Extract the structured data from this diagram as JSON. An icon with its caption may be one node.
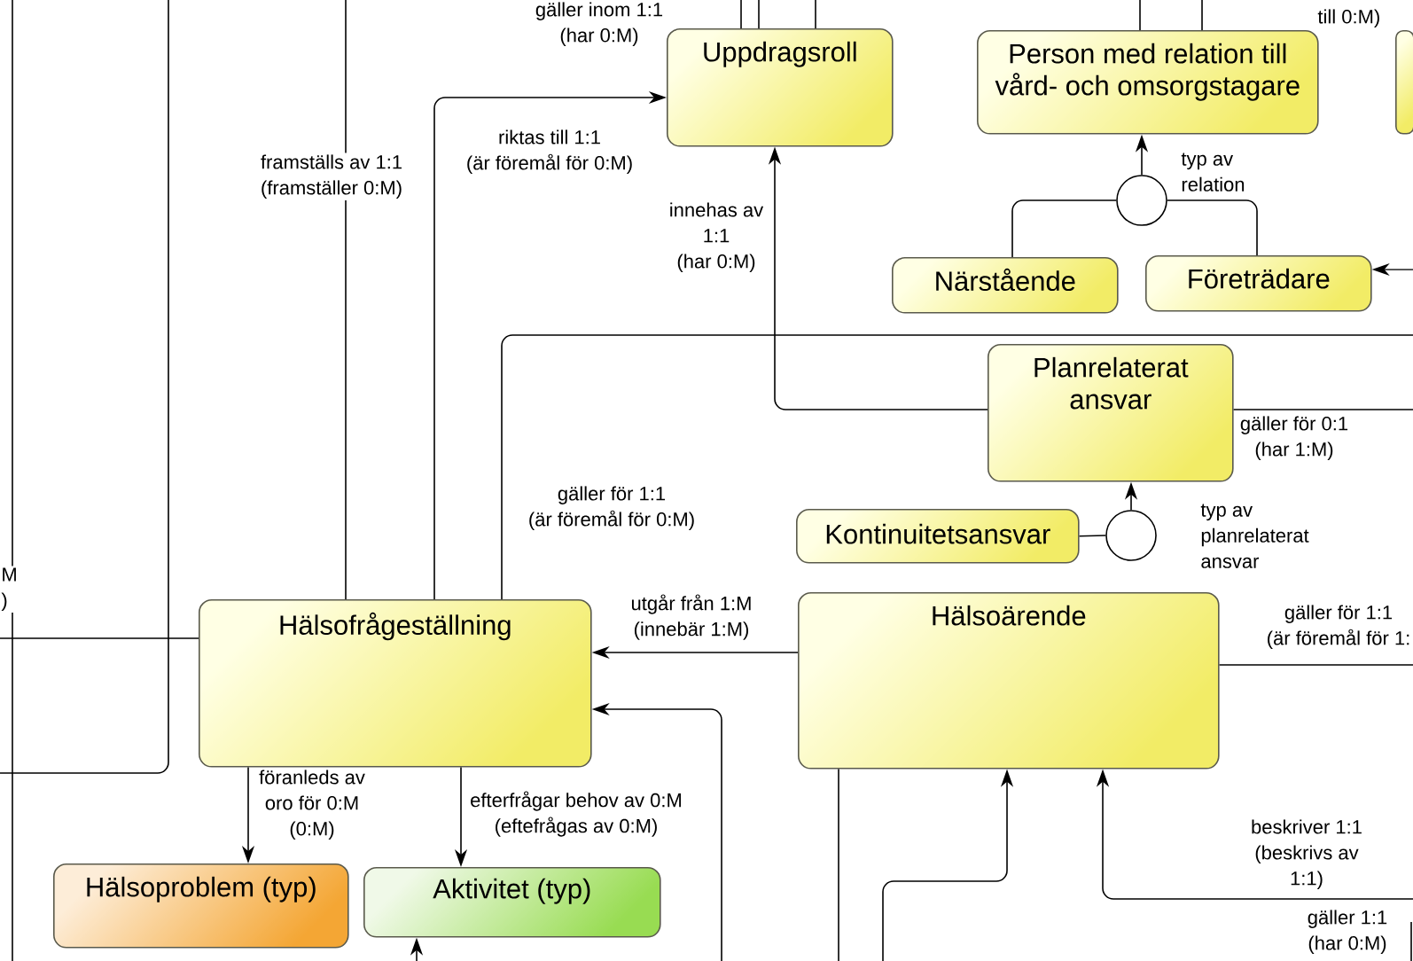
{
  "diagram": {
    "nodes": [
      {
        "text": [
          "Uppdragsroll"
        ]
      },
      {
        "text": [
          "Person med relation till vård- och omsorgstagare"
        ]
      },
      {
        "text": [],
        "shape": "box"
      },
      {
        "text": [],
        "shape": "circle",
        "beside": [
          "typ av relation"
        ]
      },
      {
        "text": [
          "Närstående"
        ]
      },
      {
        "text": [
          "Företrädare"
        ]
      },
      {
        "text": [
          "Planrelaterat ansvar"
        ]
      },
      {
        "text": [
          "Kontinuitetsansvar"
        ]
      },
      {
        "text": [],
        "shape": "circle"
      },
      {
        "text": [
          "Hälsofrågeställning"
        ]
      },
      {
        "text": [
          "Hälsoärende"
        ]
      },
      {
        "text": [
          "Hälsoproblem (typ)"
        ]
      },
      {
        "text": [
          "Aktivitet (typ)"
        ]
      }
    ],
    "edges": [
      {
        "from": 3,
        "to": 1,
        "arrow": "to"
      },
      {
        "from": 4,
        "to": 3,
        "arrow": "none"
      },
      {
        "from": 5,
        "to": 3,
        "arrow": "none"
      },
      {
        "from": null,
        "to": 5,
        "arrow": "to"
      },
      {
        "from": 6,
        "to": 0,
        "arrow": "to",
        "label": "innehas av 1:1 (har 0:M)"
      },
      {
        "from": 9,
        "to": 0,
        "arrow": "to",
        "label": "riktas till 1:1 (är föremål för 0:M)"
      },
      {
        "from": 9,
        "to": null,
        "arrow": "none",
        "label": "framställs av 1:1 (framställer 0:M)"
      },
      {
        "from": 9,
        "to": null,
        "arrow": "none",
        "label": "gäller för 1:1 (är föremål för 0:M)"
      },
      {
        "from": 6,
        "to": null,
        "arrow": "none",
        "label": "gäller för 0:1 (har 1:M)"
      },
      {
        "from": 8,
        "to": 6,
        "arrow": "to",
        "label": "typ av planrelaterat ansvar"
      },
      {
        "from": 7,
        "to": 8,
        "arrow": "none"
      },
      {
        "from": 10,
        "to": 9,
        "arrow": "to",
        "label": "utgår från 1:M (innebär 1:M)"
      },
      {
        "from": 10,
        "to": null,
        "arrow": "none",
        "label": "gäller för 1:1 (är föremål för 1:"
      },
      {
        "from": null,
        "to": 9,
        "arrow": "to"
      },
      {
        "from": 10,
        "to": null,
        "arrow": "none"
      },
      {
        "from": null,
        "to": 10,
        "arrow": "to"
      },
      {
        "from": null,
        "to": 10,
        "arrow": "to",
        "label": "beskriver 1:1 (beskrivs av 1:1)"
      },
      {
        "from": 9,
        "to": 11,
        "arrow": "to",
        "label": "föranleds av oro för 0:M (0:M)"
      },
      {
        "from": 9,
        "to": 12,
        "arrow": "to",
        "label": "efterfrågar behov av 0:M (eftefrågas av 0:M)"
      },
      {
        "from": null,
        "to": 12,
        "arrow": "to"
      },
      {
        "from": 1,
        "to": null,
        "arrow": "none"
      },
      {
        "from": 1,
        "to": null,
        "arrow": "none"
      },
      {
        "from": 0,
        "to": null,
        "arrow": "none"
      },
      {
        "from": 0,
        "to": null,
        "arrow": "none"
      },
      {
        "from": 0,
        "to": null,
        "arrow": "none"
      },
      {
        "from": null,
        "to": 9,
        "arrow": "none"
      }
    ],
    "labels": [
      "gäller inom 1:1 (har 0:M)",
      "till 0:M)",
      "M )",
      "gäller 1:1 (har 0:M)"
    ]
  }
}
